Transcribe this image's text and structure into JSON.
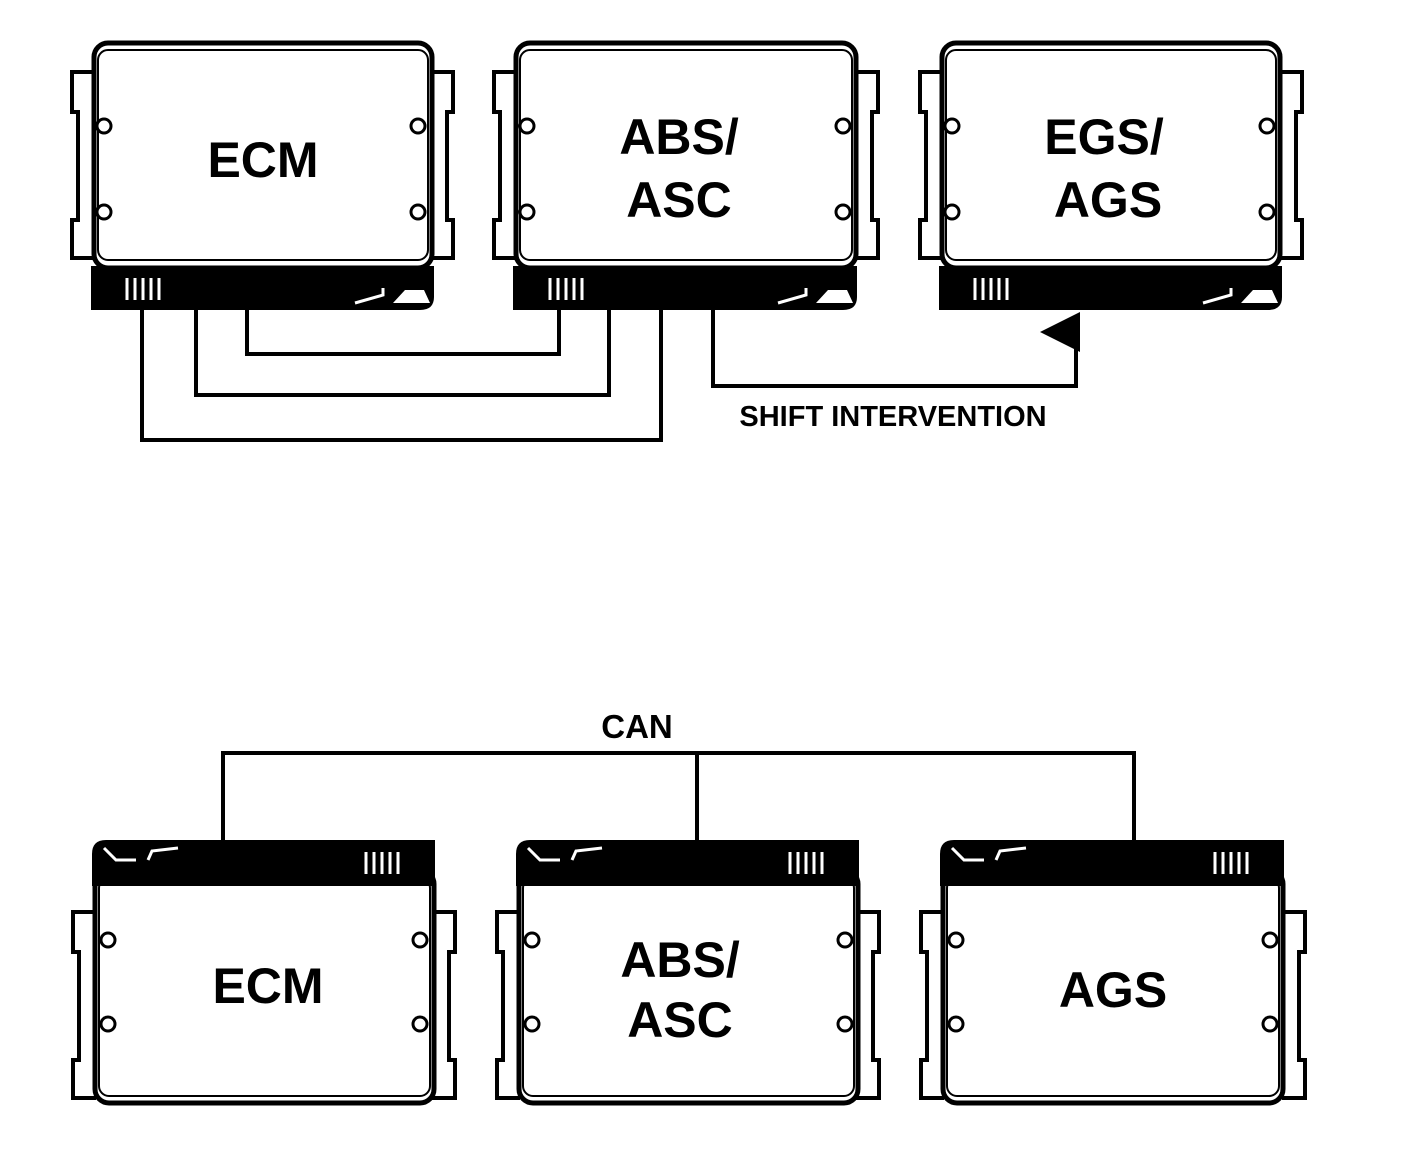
{
  "top_row": {
    "modules": [
      {
        "lines": [
          "ECM"
        ]
      },
      {
        "lines": [
          "ABS/",
          "ASC"
        ]
      },
      {
        "lines": [
          "EGS/",
          "AGS"
        ]
      }
    ],
    "shift_label": "SHIFT INTERVENTION"
  },
  "bottom_row": {
    "modules": [
      {
        "lines": [
          "ECM"
        ]
      },
      {
        "lines": [
          "ABS/",
          "ASC"
        ]
      },
      {
        "lines": [
          "AGS"
        ]
      }
    ],
    "bus_label": "CAN"
  }
}
